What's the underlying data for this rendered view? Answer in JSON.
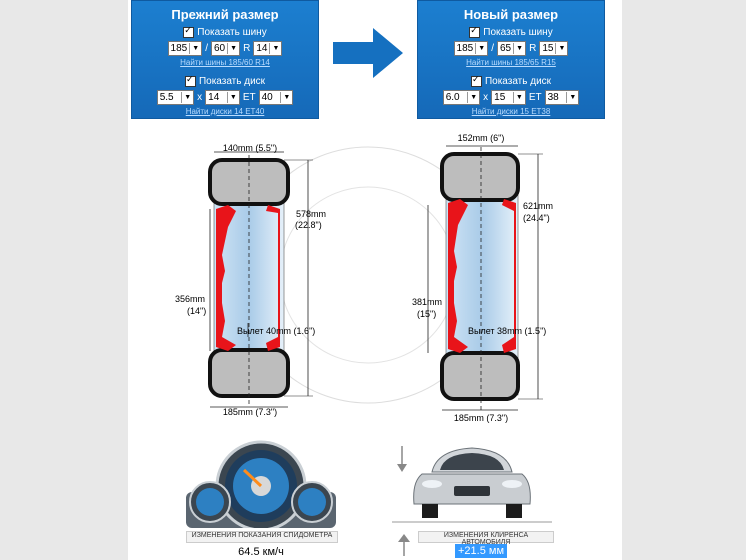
{
  "old_panel": {
    "title": "Прежний размер",
    "show_tire": "Показать шину",
    "width": "185",
    "slash": "/",
    "profile": "60",
    "r": "R",
    "radius": "14",
    "find_tires": "Найти шины 185/60 R14",
    "show_disk": "Показать диск",
    "disk_width": "5.5",
    "x": "x",
    "disk_diam": "14",
    "et": "ET",
    "offset": "40",
    "find_disks": "Найти диски 14 ET40"
  },
  "new_panel": {
    "title": "Новый размер",
    "show_tire": "Показать шину",
    "width": "185",
    "slash": "/",
    "profile": "65",
    "r": "R",
    "radius": "15",
    "find_tires": "Найти шины 185/65 R15",
    "show_disk": "Показать диск",
    "disk_width": "6.0",
    "x": "x",
    "disk_diam": "15",
    "et": "ET",
    "offset": "38",
    "find_disks": "Найти диски 15 ET38"
  },
  "old_diagram": {
    "rim_width": "140mm (5.5\")",
    "height_mm": "578mm",
    "height_in": "(22.8\")",
    "diam_mm": "356mm",
    "diam_in": "(14\")",
    "offset": "Вылет 40mm (1.6\")",
    "tire_width": "185mm (7.3\")"
  },
  "new_diagram": {
    "rim_width": "152mm (6\")",
    "height_mm": "621mm",
    "height_in": "(24.4\")",
    "diam_mm": "381mm",
    "diam_in": "(15\")",
    "offset": "Вылет 38mm (1.5\")",
    "tire_width": "185mm (7.3\")"
  },
  "speedo": {
    "label": "ИЗМЕНЕНИЯ ПОКАЗАНИЯ СПИДОМЕТРА",
    "value": "64.5 км/ч"
  },
  "clearance": {
    "label": "ИЗМЕНЕНИЯ КЛИРЕНСА АВТОМОБИЛЯ",
    "value": "+21.5 мм"
  },
  "colors": {
    "panel_blue": "#1c7fd0",
    "arrow_blue": "#1570c0",
    "disk_red": "#e8141a",
    "highlight": "#3399ff"
  }
}
